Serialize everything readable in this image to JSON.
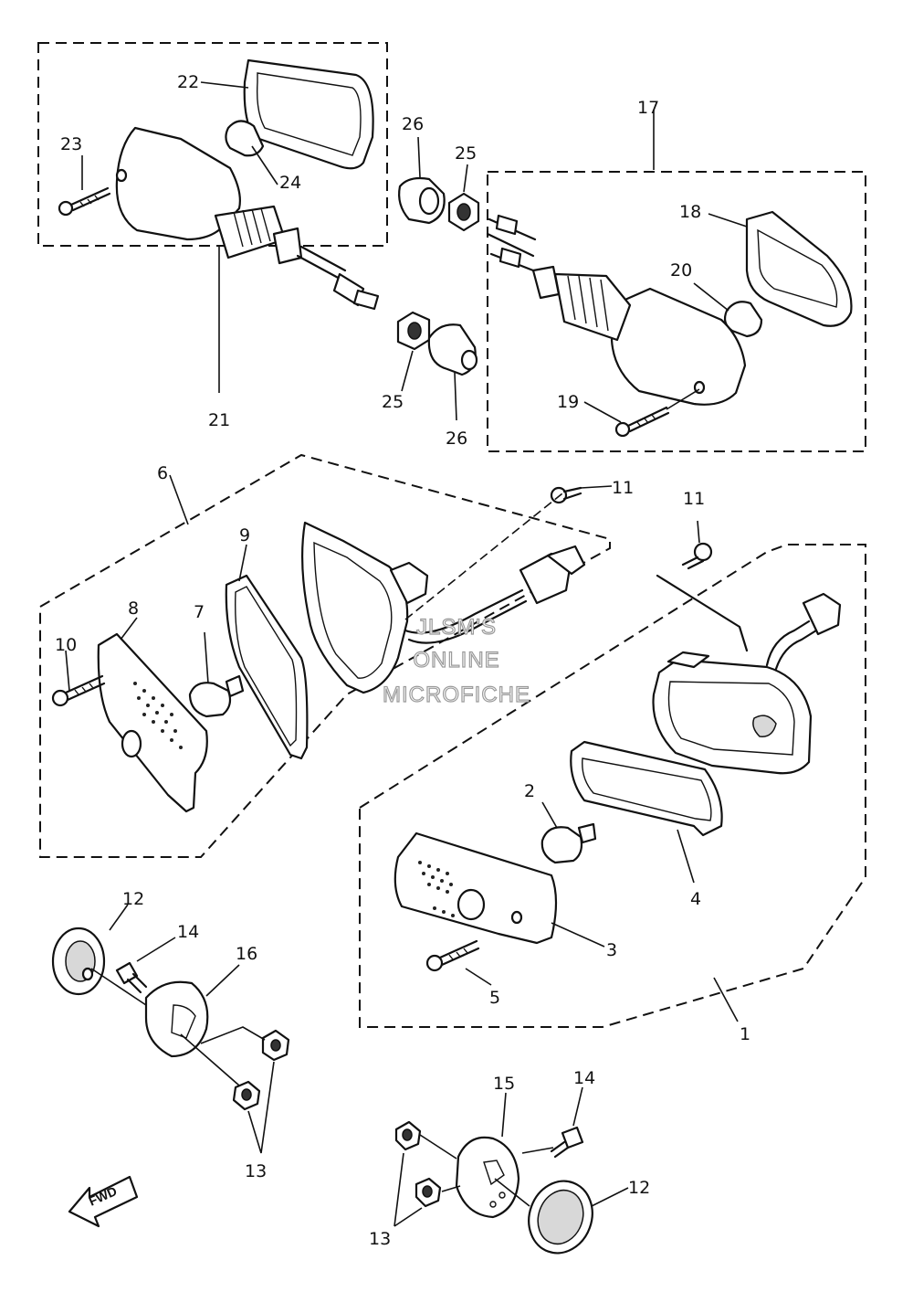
{
  "callouts": {
    "c1": "1",
    "c2": "2",
    "c3": "3",
    "c4": "4",
    "c5": "5",
    "c6": "6",
    "c7": "7",
    "c8": "8",
    "c9": "9",
    "c10": "10",
    "c11a": "11",
    "c11b": "11",
    "c12a": "12",
    "c12b": "12",
    "c13a": "13",
    "c13b": "13",
    "c14a": "14",
    "c14b": "14",
    "c15": "15",
    "c16": "16",
    "c17": "17",
    "c18": "18",
    "c19": "19",
    "c20": "20",
    "c21": "21",
    "c22": "22",
    "c23": "23",
    "c24": "24",
    "c25a": "25",
    "c25b": "25",
    "c26a": "26",
    "c26b": "26"
  },
  "watermark": {
    "line1": "JLSM'S",
    "line2": "ONLINE",
    "line3": "MICROFICHE"
  },
  "direction_label": "FWD"
}
